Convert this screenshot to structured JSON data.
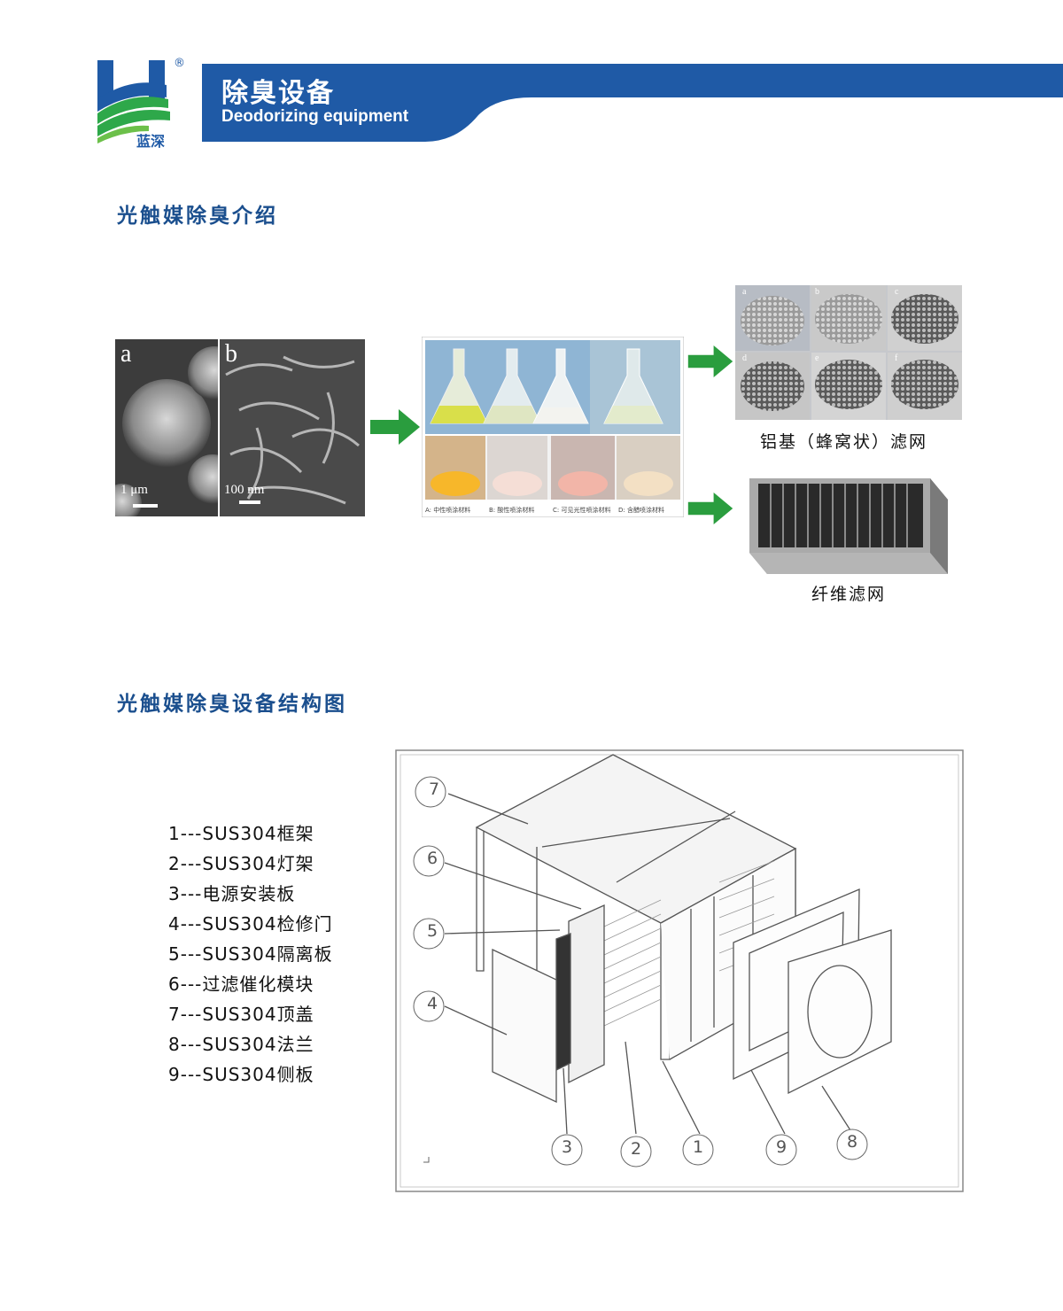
{
  "brand": {
    "logo_text": "蓝深",
    "registered_mark": "®",
    "color_blue": "#1f5aa6",
    "color_green": "#2ea84a"
  },
  "header": {
    "title_cn": "除臭设备",
    "title_en": "Deodorizing equipment"
  },
  "section1": {
    "title": "光触媒除臭介绍",
    "sem": {
      "label_a": "a",
      "label_b": "b",
      "scale_a": "1 μm",
      "scale_b": "100 nm"
    },
    "flasks": {
      "captions": [
        "A: 中性喷涂材料",
        "B: 酸性喷涂材料",
        "C: 可见光性喷涂材料",
        "D: 含醋喷涂材料"
      ]
    },
    "aluminum_filter": {
      "tile_labels": [
        "a",
        "b",
        "c",
        "d",
        "e",
        "f"
      ],
      "caption": "铝基（蜂窝状）滤网"
    },
    "fiber_filter": {
      "caption": "纤维滤网"
    }
  },
  "section2": {
    "title": "光触媒除臭设备结构图",
    "legend": [
      "1---SUS304框架",
      "2---SUS304灯架",
      "3---电源安装板",
      "4---SUS304检修门",
      "5---SUS304隔离板",
      "6---过滤催化模块",
      "7---SUS304顶盖",
      "8---SUS304法兰",
      "9---SUS304侧板"
    ],
    "callouts": [
      "7",
      "6",
      "5",
      "4",
      "3",
      "2",
      "1",
      "9",
      "8"
    ]
  }
}
